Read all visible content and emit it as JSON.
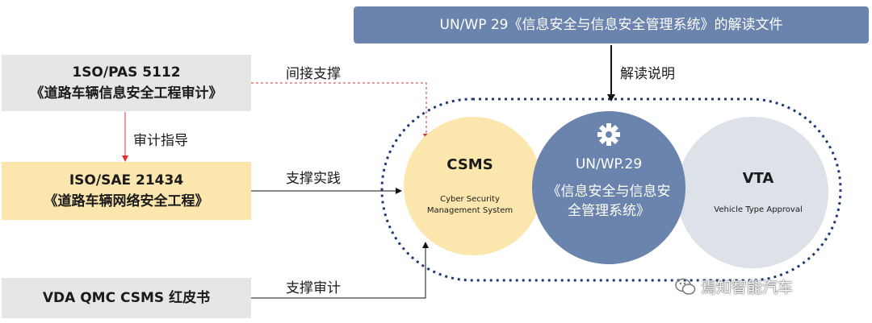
{
  "banner": {
    "text": "UN/WP 29《信息安全与信息安全管理系统》的解读文件"
  },
  "boxes": {
    "iso_pas": {
      "line1": "1SO/PAS 5112",
      "line2": "《道路车辆信息安全工程审计》"
    },
    "iso_sae": {
      "line1": "ISO/SAE 21434",
      "line2": "《道路车辆网络安全工程》"
    },
    "vda": {
      "line1": "VDA QMC CSMS 红皮书"
    }
  },
  "labels": {
    "indirect_support": "间接支撑",
    "interpretation": "解读说明",
    "audit_guidance": "审计指导",
    "support_practice": "支撑实践",
    "support_audit": "支撑审计"
  },
  "circles": {
    "csms": {
      "title": "CSMS",
      "subtitle": "Cyber Security Management System"
    },
    "unwp": {
      "title": "UN/WP.29",
      "subtitle": "《信息安全与信息安全管理系统》",
      "icon": "gear-icon"
    },
    "vta": {
      "title": "VTA",
      "subtitle": "Vehicle Type Approval"
    }
  },
  "watermark": {
    "text": "焉知智能汽车",
    "icon": "wechat-icon"
  },
  "colors": {
    "banner": "#6b84ad",
    "gray_box": "#e6e6e6",
    "yellow_box": "#fbe7ad",
    "csms_circle": "#fbe7ad",
    "unwp_circle": "#6b84ad",
    "vta_circle": "#dde1e8",
    "dotted_border": "#1f3a78",
    "red_line": "#e03030"
  }
}
